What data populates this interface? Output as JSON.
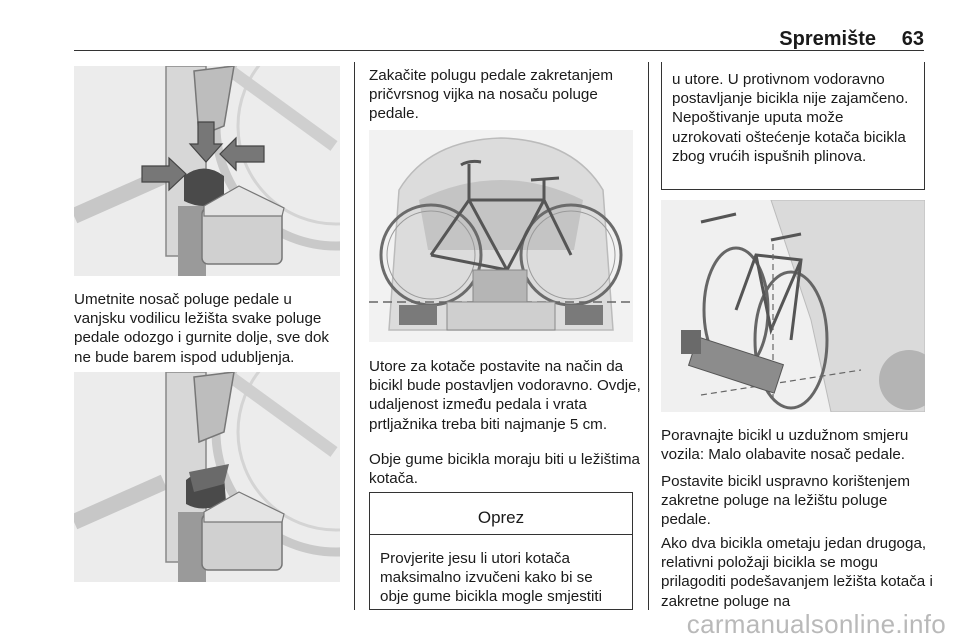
{
  "header": {
    "title": "Spremište",
    "page_number": "63"
  },
  "column1": {
    "paragraph": "Umetnite nosač poluge pedale u vanjsku vodilicu ležišta svake poluge pedale odozgo i gurnite dolje, sve dok ne bude barem ispod udubljenja."
  },
  "column2": {
    "paragraph1": "Zakačite polugu pedale zakretanjem pričvrsnog vijka na nosaču poluge pedale.",
    "paragraph2": "Utore za kotače postavite na način da bicikl bude postavljen vodoravno. Ovdje, udaljenost između pedala i vrata prtljažnika treba biti najmanje 5 cm.",
    "paragraph3": "Obje gume bicikla moraju biti u ležištima kotača.",
    "warning_title": "Oprez",
    "warning_text": "Provjerite jesu li utori kotača maksimalno izvučeni kako bi se obje gume bicikla mogle smjestiti"
  },
  "column3": {
    "warning_continuation": "u utore. U protivnom vodoravno postavljanje bicikla nije zajamčeno. Nepoštivanje uputa može uzrokovati oštećenje kotača bicikla zbog vrućih ispušnih plinova.",
    "paragraph1": "Poravnajte bicikl u uzdužnom smjeru vozila: Malo olabavite nosač pedale.",
    "paragraph2": "Postavite bicikl uspravno korištenjem zakretne poluge na ležištu poluge pedale.",
    "paragraph3": "Ako dva bicikla ometaju jedan drugoga, relativni položaji bicikla se mogu prilagoditi podešavanjem ležišta kotača i zakretne poluge na"
  },
  "watermark": "carmanualsonline.info"
}
